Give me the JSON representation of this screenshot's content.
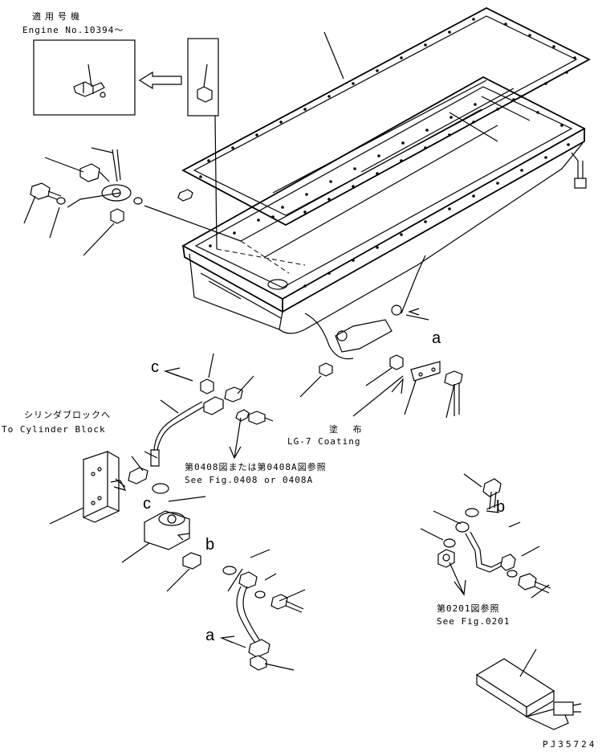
{
  "header": {
    "applicable_model_jp": "適用号機",
    "engine_no": "Engine No.10394～"
  },
  "callouts": {
    "to_cylinder_block_jp": "シリンダブロックへ",
    "to_cylinder_block": "To Cylinder Block",
    "coating_jp": "塗 布",
    "coating": "LG-7 Coating",
    "fig_0408_jp": "第0408図または第0408A図参照",
    "fig_0408": "See Fig.0408 or 0408A",
    "fig_0201_jp": "第0201図参照",
    "fig_0201": "See Fig.0201"
  },
  "markers": {
    "a": "a",
    "b": "b",
    "c": "c"
  },
  "drawing_no": "PJ35724"
}
